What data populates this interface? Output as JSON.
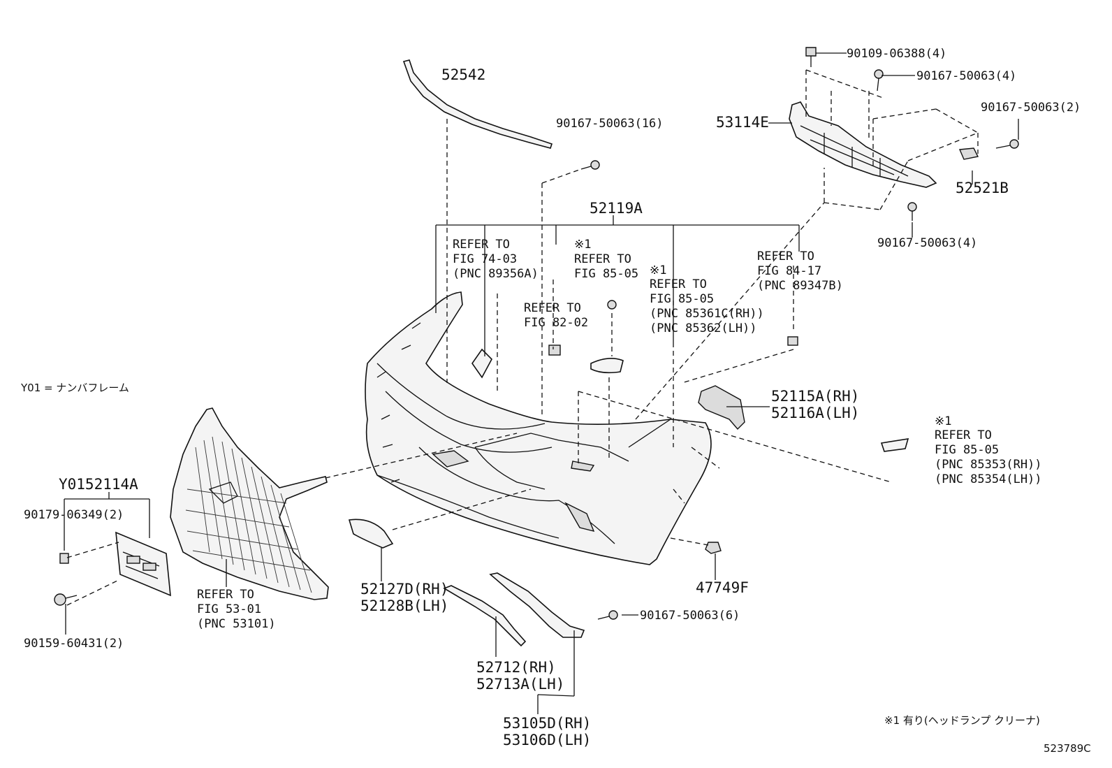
{
  "labels": {
    "p52542": "52542",
    "p90167_16": "90167-50063(16)",
    "p52119A": "52119A",
    "p90109": "90109-06388(4)",
    "p90167_4a": "90167-50063(4)",
    "p53114E": "53114E",
    "p90167_2": "90167-50063(2)",
    "p52521B": "52521B",
    "p90167_4b": "90167-50063(4)",
    "ref1_line1": "REFER TO",
    "ref1_line2": "FIG 74-03",
    "ref1_line3": "(PNC 89356A)",
    "ref2_mark": "※1",
    "ref2_line1": "REFER TO",
    "ref2_line2": "FIG 85-05",
    "ref3_mark": "※1",
    "ref3_line1": "REFER TO",
    "ref3_line2": "FIG 85-05",
    "ref3_line3": "(PNC 85361C(RH))",
    "ref3_line4": "(PNC 85362(LH))",
    "ref4_line1": "REFER TO",
    "ref4_line2": "FIG 84-17",
    "ref4_line3": "(PNC 89347B)",
    "ref5_line1": "REFER TO",
    "ref5_line2": "FIG 82-02",
    "y01_note": "Y01 = ナンバフレーム",
    "p52115A": "52115A(RH)",
    "p52116A": "52116A(LH)",
    "ref6_mark": "※1",
    "ref6_line1": "REFER TO",
    "ref6_line2": "FIG 85-05",
    "ref6_line3": "(PNC 85353(RH))",
    "ref6_line4": "(PNC 85354(LH))",
    "pY0152114A": "Y0152114A",
    "p90179": "90179-06349(2)",
    "p90159": "90159-60431(2)",
    "ref7_line1": "REFER TO",
    "ref7_line2": "FIG 53-01",
    "ref7_line3": "(PNC 53101)",
    "p52127D": "52127D(RH)",
    "p52128B": "52128B(LH)",
    "p47749F": "47749F",
    "p90167_6": "90167-50063(6)",
    "p52712": "52712(RH)",
    "p52713A": "52713A(LH)",
    "p53105D": "53105D(RH)",
    "p53106D": "53106D(LH)",
    "footnote": "※1 有り(ヘッドランプ クリーナ)",
    "drawing_number": "523789C"
  }
}
